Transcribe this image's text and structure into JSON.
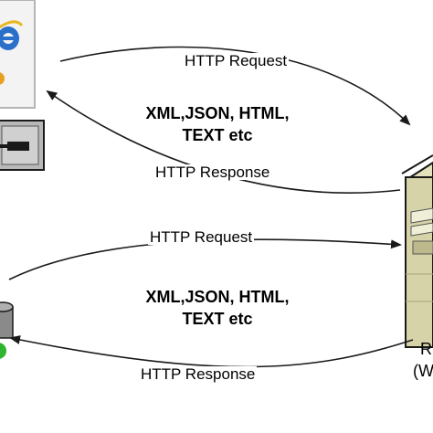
{
  "top_exchange": {
    "request_label": "HTTP Request",
    "payload_line1": "XML,JSON, HTML,",
    "payload_line2": "TEXT etc",
    "response_label": "HTTP Response"
  },
  "bottom_exchange": {
    "request_label": "HTTP Request",
    "payload_line1": "XML,JSON, HTML,",
    "payload_line2": "TEXT etc",
    "response_label": "HTTP Response"
  },
  "server_label": {
    "line1": "R",
    "line2": "(W"
  },
  "colors": {
    "arrow": "#1a1a1a",
    "server_body": "#d6d3a8",
    "browser_blue": "#2a6fc9",
    "green_indicator": "#2fb52f",
    "plug_box": "#b8b8b8"
  }
}
